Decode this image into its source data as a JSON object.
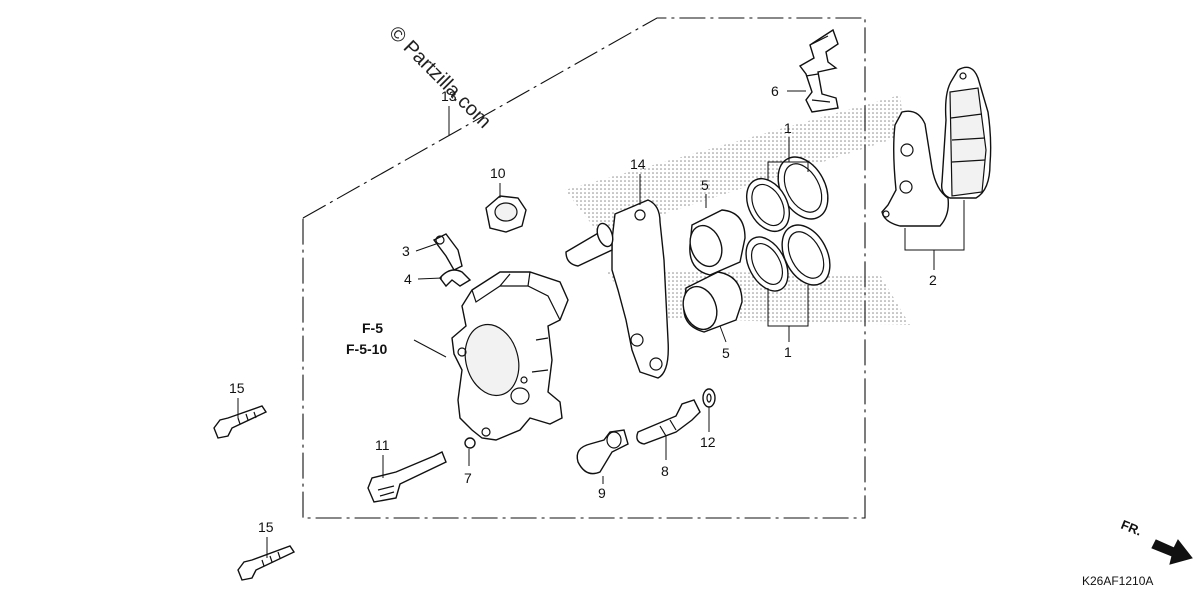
{
  "watermark": "© Partzilla.com",
  "drawing_code": "K26AF1210A",
  "direction_label": "FR.",
  "reference_labels": [
    "F-5",
    "F-5-10"
  ],
  "callouts": {
    "c1a": "1",
    "c1b": "1",
    "c2": "2",
    "c3": "3",
    "c4": "4",
    "c5a": "5",
    "c5b": "5",
    "c6": "6",
    "c7": "7",
    "c8": "8",
    "c9": "9",
    "c10": "10",
    "c11": "11",
    "c12": "12",
    "c13": "13",
    "c14": "14",
    "c15a": "15",
    "c15b": "15"
  }
}
